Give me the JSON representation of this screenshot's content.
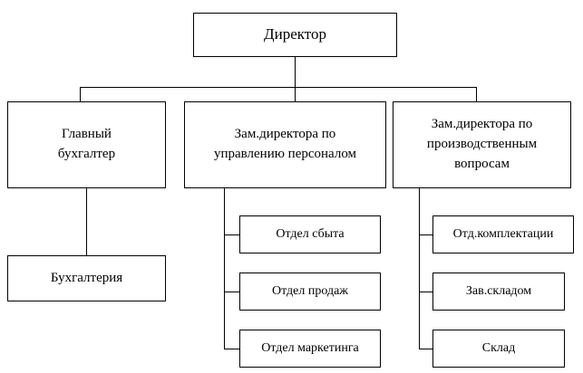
{
  "diagram": {
    "title_node": {
      "label": "Директор"
    },
    "level2": [
      {
        "label": "Главный\nбухгалтер"
      },
      {
        "label": "Зам.директора по\nуправлению персоналом"
      },
      {
        "label": "Зам.директора по\nпроизводственным\nвопросам"
      }
    ],
    "accounting": {
      "label": "Бухгалтерия"
    },
    "hr_children": [
      {
        "label": "Отдел сбыта"
      },
      {
        "label": "Отдел продаж"
      },
      {
        "label": "Отдел маркетинга"
      }
    ],
    "prod_children": [
      {
        "label": "Отд.комплектации"
      },
      {
        "label": "Зав.складом"
      },
      {
        "label": "Склад"
      }
    ],
    "colors": {
      "line": "#000000",
      "box_fill": "#ffffff",
      "text": "#000000"
    }
  }
}
